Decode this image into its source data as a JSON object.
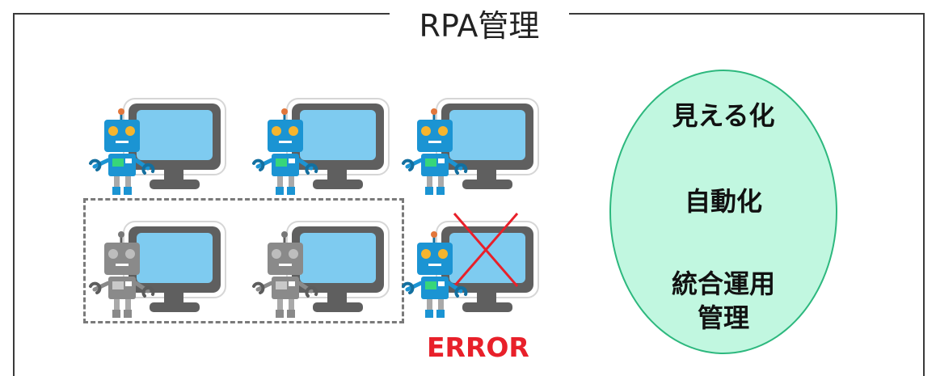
{
  "title": "RPA管理",
  "features": [
    "見える化",
    "自動化",
    "統合運用",
    "管理"
  ],
  "error_label": "ERROR",
  "colors": {
    "frame": "#3a3a3a",
    "screen": "#7ecbf0",
    "monitor_body": "#5f5f5f",
    "robot_active": "#1b94d3",
    "robot_idle": "#8a8a8a",
    "robot_eye": "#f6b52e",
    "error": "#e8202a",
    "circle_fill": "#c1f7e0",
    "circle_border": "#2db87e",
    "dashed_group": "#7a7a7a"
  },
  "stations": [
    {
      "robot": "active",
      "error": false
    },
    {
      "robot": "active",
      "error": false
    },
    {
      "robot": "active",
      "error": false
    },
    {
      "robot": "idle",
      "error": false
    },
    {
      "robot": "idle",
      "error": false
    },
    {
      "robot": "active",
      "error": true
    }
  ]
}
